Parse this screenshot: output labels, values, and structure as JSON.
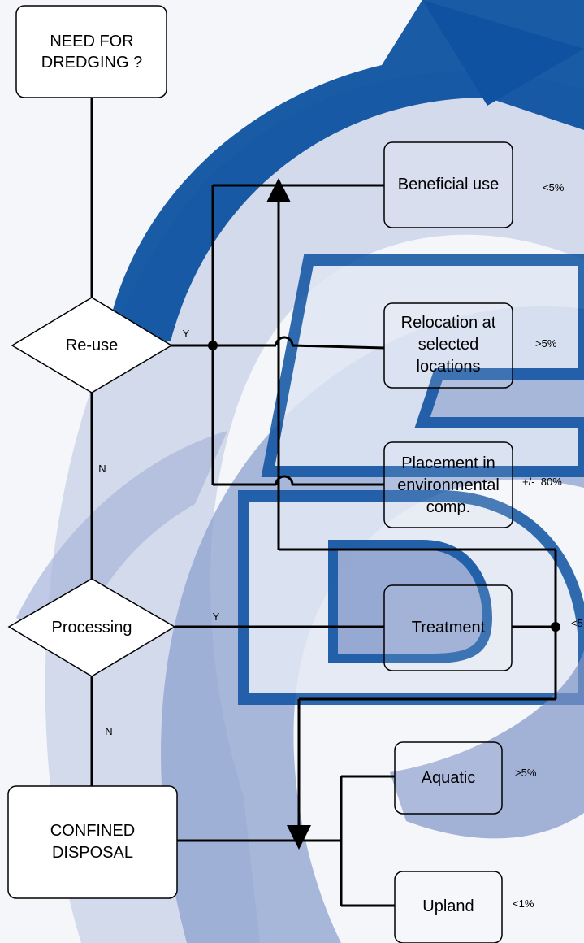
{
  "nodes": {
    "need": {
      "line1": "NEED FOR",
      "line2": "DREDGING ?"
    },
    "reuse": {
      "label": "Re-use"
    },
    "processing": {
      "label": "Processing"
    },
    "confined": {
      "line1": "CONFINED",
      "line2": "DISPOSAL"
    },
    "beneficial": {
      "label": "Beneficial use"
    },
    "relocation": {
      "line1": "Relocation at",
      "line2": "selected",
      "line3": "locations"
    },
    "placement": {
      "line1": "Placement in",
      "line2": "environmental",
      "line3": "comp."
    },
    "treatment": {
      "label": "Treatment"
    },
    "aquatic": {
      "label": "Aquatic"
    },
    "upland": {
      "label": "Upland"
    }
  },
  "edges": {
    "reuse_yes": "Y",
    "reuse_no": "N",
    "processing_yes": "Y",
    "processing_no": "N"
  },
  "percentages": {
    "beneficial": "<5%",
    "relocation": ">5%",
    "placement": "+/-  80%",
    "treatment": "<5",
    "aquatic": ">5%",
    "upland": "<1%"
  },
  "colors": {
    "background": "#f4f6fa",
    "arrow_blue": "#0e52a1",
    "arrow_light": "#9fb1d8",
    "box_fill": "#ffffff",
    "line": "#000000"
  }
}
